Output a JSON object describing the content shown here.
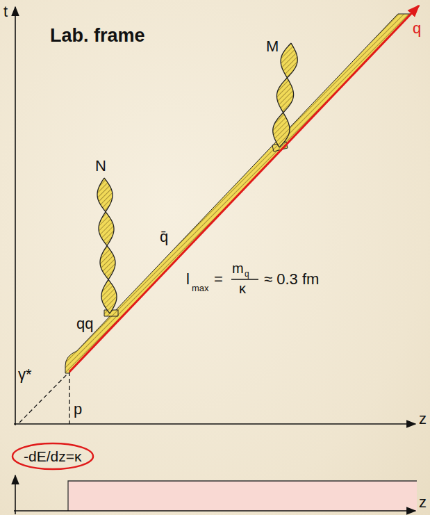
{
  "diagram": {
    "nodes": [
      {
        "text": [
          "-dE/dz=κ"
        ]
      }
    ],
    "labels": [
      "t",
      "Lab. frame",
      "M",
      "N",
      "q̄",
      "qq",
      "l",
      "max",
      "=",
      "m",
      "q",
      "κ",
      "≈ 0.3 fm",
      "γ*",
      "p",
      "q",
      "z",
      "z"
    ]
  }
}
